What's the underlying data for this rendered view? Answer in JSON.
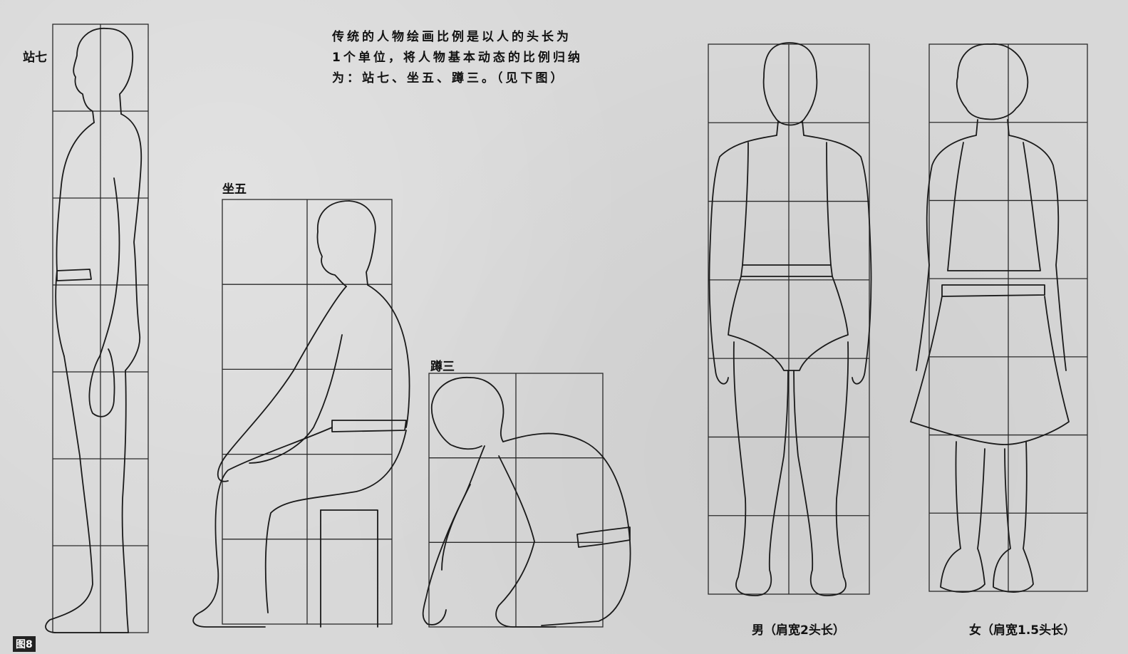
{
  "intro": {
    "line1": "传统的人物绘画比例是以人的头长为",
    "line2": "1个单位，将人物基本动态的比例归纳",
    "line3": "为：站七、坐五、蹲三。（见下图）"
  },
  "labels": {
    "stand": "站七",
    "sit": "坐五",
    "squat": "蹲三"
  },
  "captions": {
    "male": "男（肩宽2头长）",
    "female": "女（肩宽1.5头长）"
  },
  "figure_number": "图8",
  "grids": {
    "stand": {
      "rows": 7,
      "cols": 2
    },
    "sit": {
      "rows": 5,
      "cols": 2
    },
    "squat": {
      "rows": 3,
      "cols": 2
    },
    "male": {
      "rows": 7,
      "cols": 2
    },
    "female": {
      "rows": 7,
      "cols": 2
    }
  },
  "colors": {
    "ink": "#1a1a1a",
    "paper": "#d8d8d8",
    "grid": "#2a2a2a"
  }
}
